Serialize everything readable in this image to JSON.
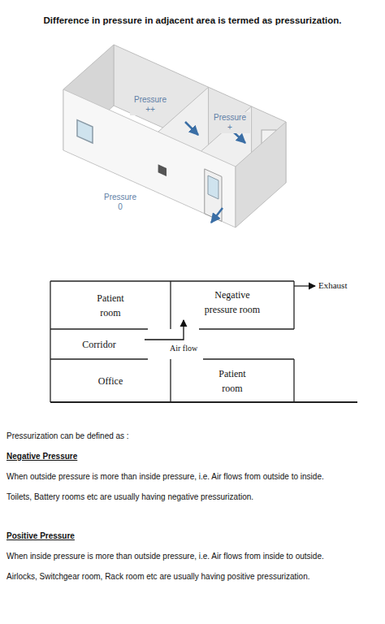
{
  "diagram": {
    "title": "Difference in pressure in adjacent area is termed as pressurization.",
    "nodes": [
      {
        "text": [
          "Patient room"
        ]
      },
      {
        "text": [
          "Negative pressure room"
        ]
      },
      {
        "text": [
          "Corridor"
        ]
      },
      {
        "text": [
          "Office"
        ]
      },
      {
        "text": [
          "Patient room"
        ]
      }
    ],
    "edges": [
      {
        "from": 2,
        "to": 1,
        "arrow": "to",
        "label": "Air flow"
      }
    ],
    "labels": [
      "Pressure ++",
      "Pressure +",
      "Pressure 0",
      "Exhaust",
      "Pressurization can be defined as :",
      "Negative Pressure",
      "When outside pressure is more than inside pressure, i.e. Air flows from outside to inside.",
      "Toilets, Battery rooms etc are usually having negative pressurization.",
      "Positive Pressure",
      "When inside pressure is more than outside pressure, i.e. Air flows from inside to outside.",
      "Airlocks, Switchgear room, Rack room etc are usually having positive pressurization."
    ]
  }
}
